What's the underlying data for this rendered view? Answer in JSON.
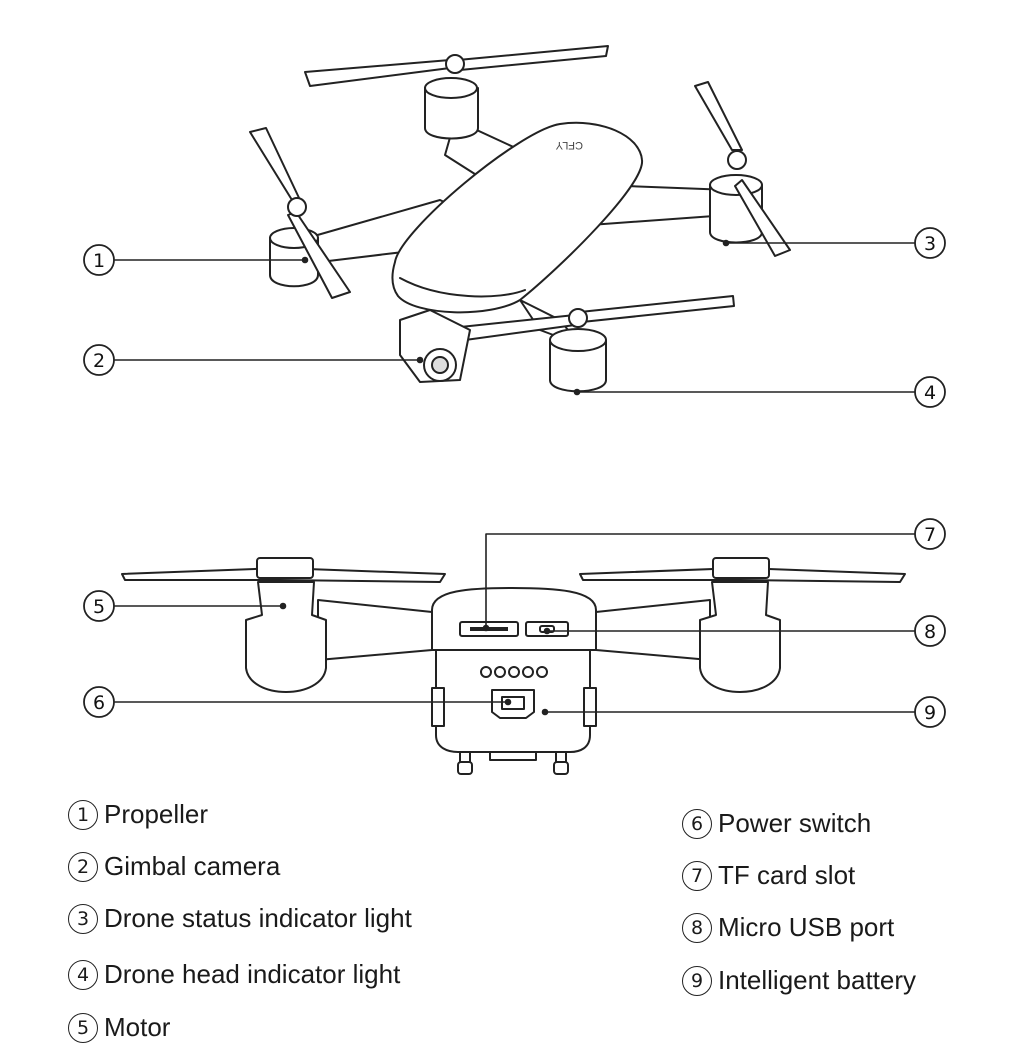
{
  "brand_mark": "CFLY",
  "callouts": [
    "1",
    "2",
    "3",
    "4",
    "5",
    "6",
    "7",
    "8",
    "9"
  ],
  "legend": [
    {
      "num": "1",
      "label": "Propeller"
    },
    {
      "num": "2",
      "label": "Gimbal camera"
    },
    {
      "num": "3",
      "label": "Drone status indicator light"
    },
    {
      "num": "4",
      "label": "Drone head indicator light"
    },
    {
      "num": "5",
      "label": "Motor"
    },
    {
      "num": "6",
      "label": "Power switch"
    },
    {
      "num": "7",
      "label": "TF card slot"
    },
    {
      "num": "8",
      "label": "Micro USB port"
    },
    {
      "num": "9",
      "label": "Intelligent battery"
    }
  ]
}
